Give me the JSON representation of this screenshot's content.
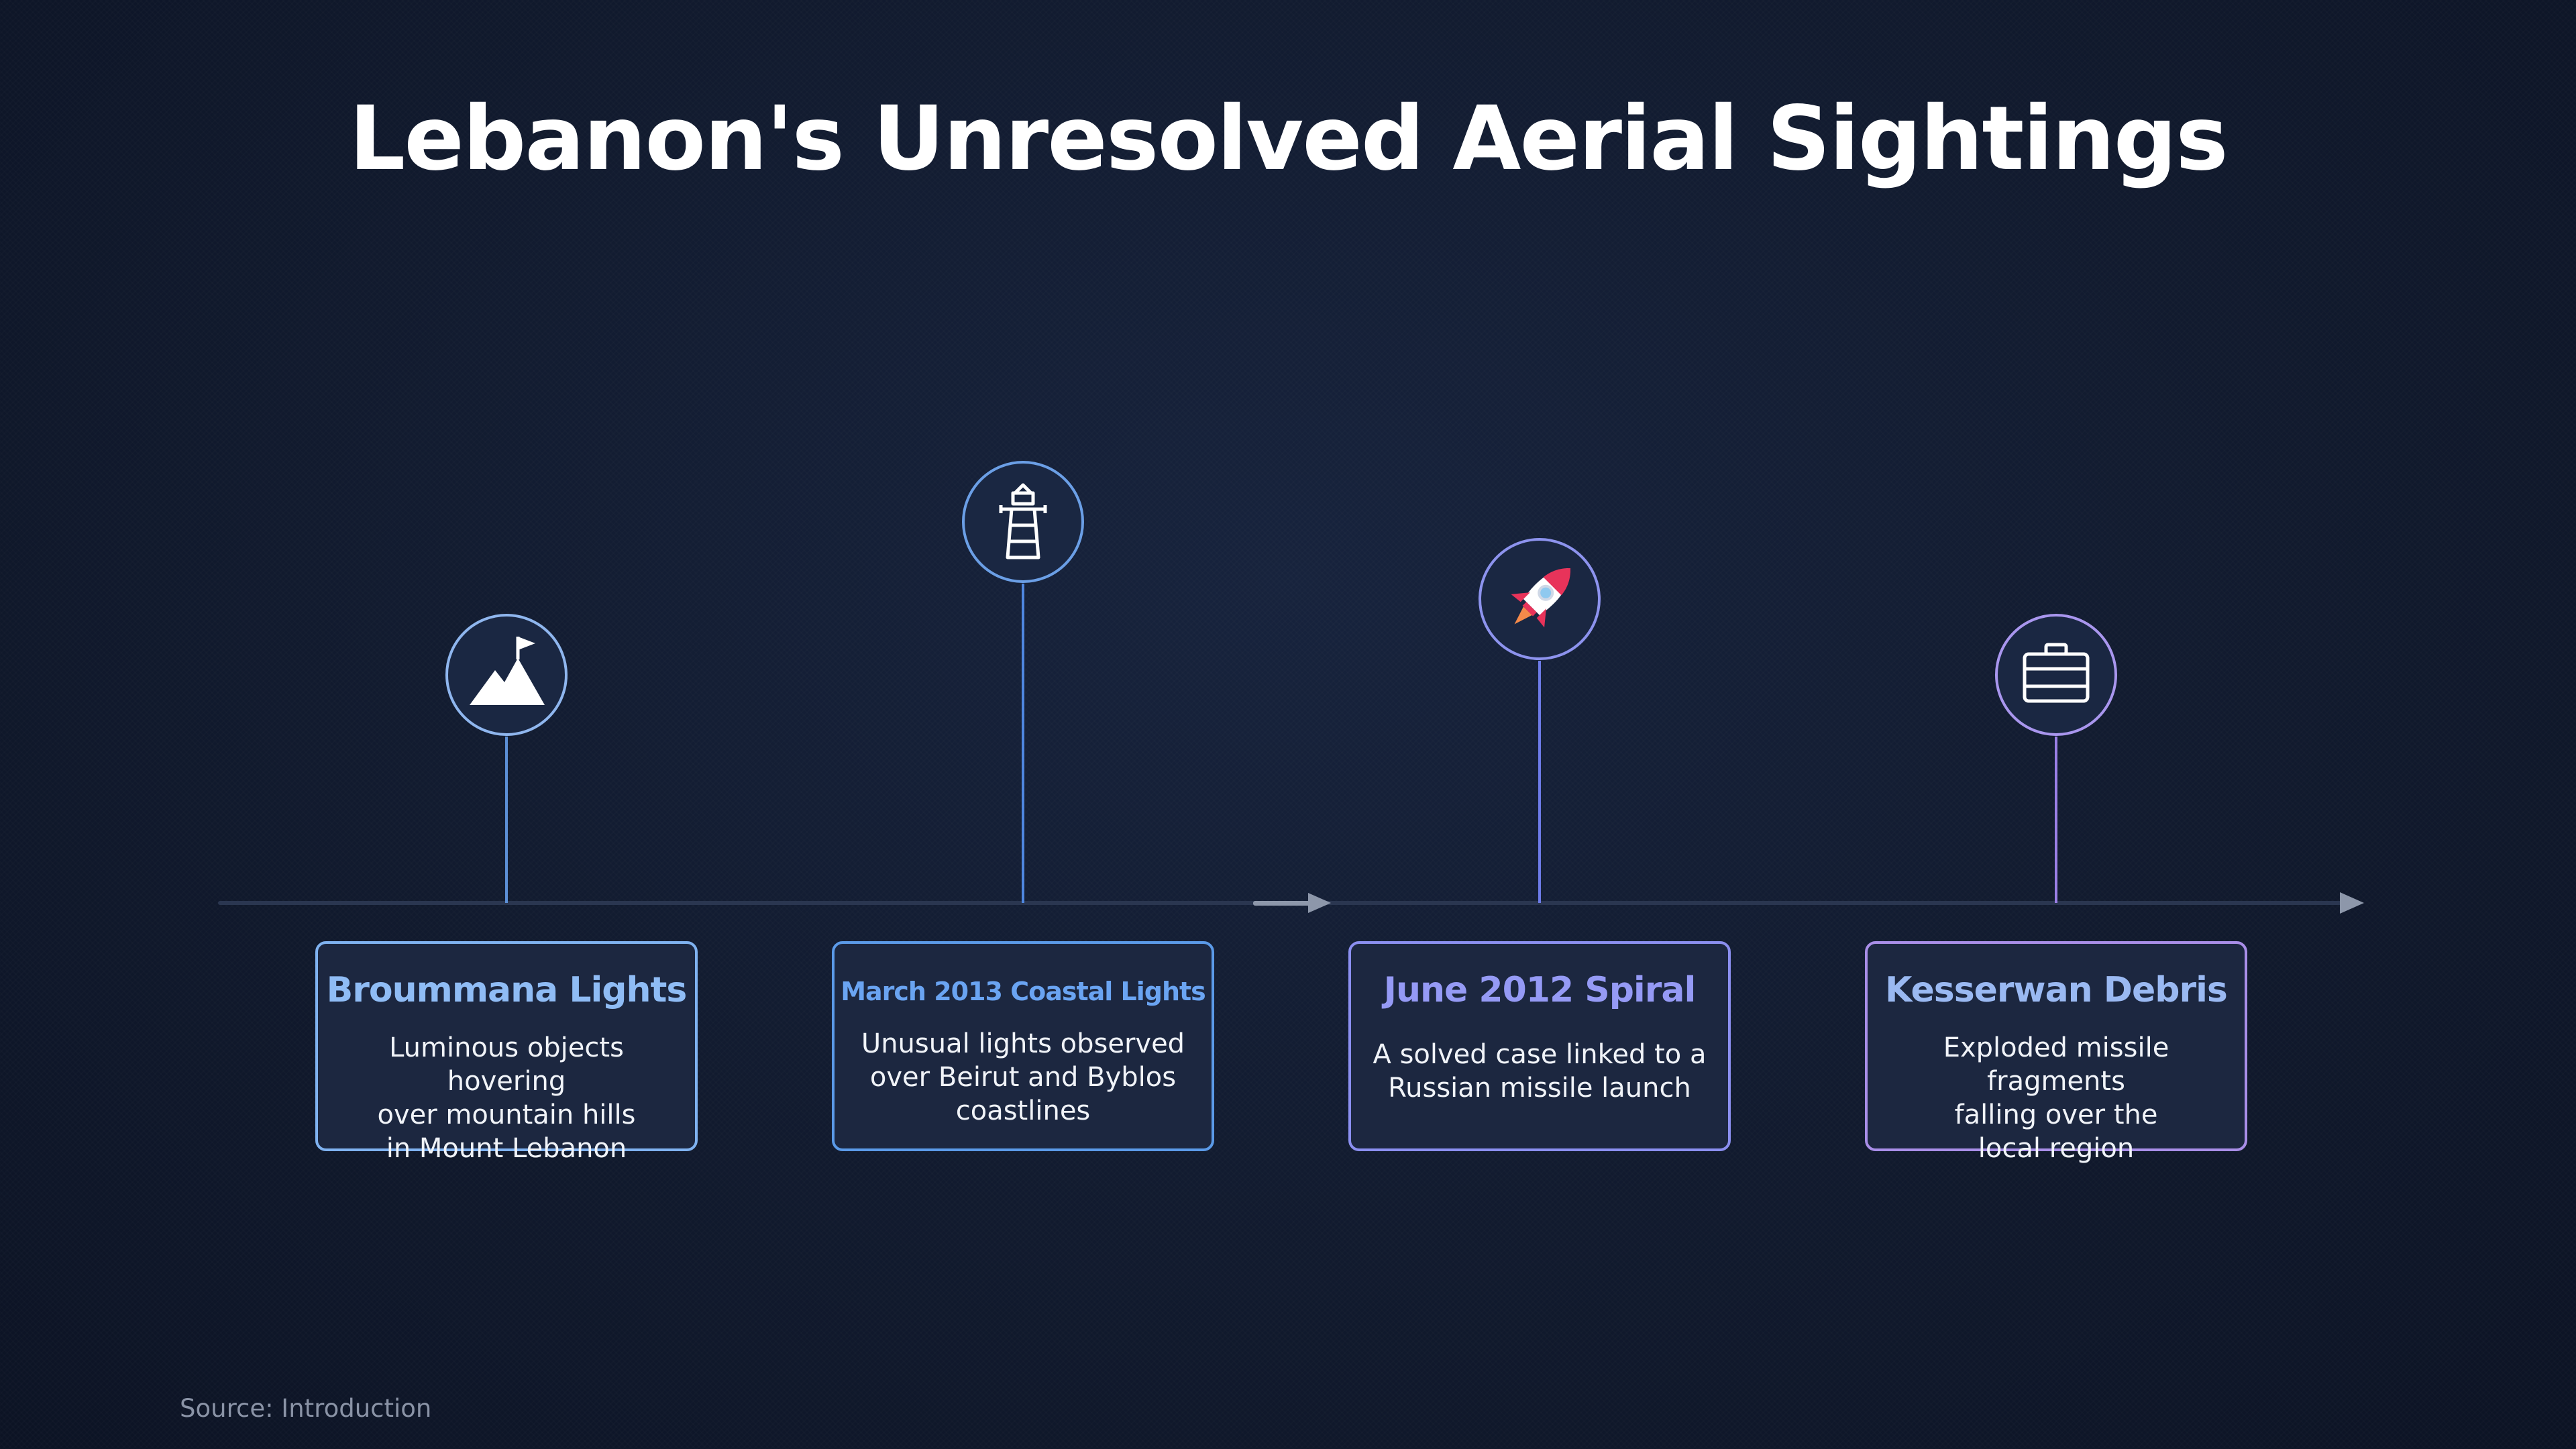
{
  "title": "Lebanon's Unresolved Aerial Sightings",
  "events": [
    {
      "title": "Broummana Lights",
      "description": "Luminous objects hovering\nover mountain hills\nin Mount Lebanon",
      "icon": "mountain-flag-icon",
      "color": "#7fb2f0"
    },
    {
      "title": "March 2013 Coastal Lights",
      "description": "Unusual lights observed\nover Beirut and Byblos\ncoastlines",
      "icon": "lighthouse-icon",
      "color": "#5b9ae8"
    },
    {
      "title": "June 2012 Spiral",
      "description": "A solved case linked to a\nRussian missile launch",
      "icon": "rocket-icon",
      "color": "#8b8ff0"
    },
    {
      "title": "Kesserwan Debris",
      "description": "Exploded missile fragments\nfalling over the\nlocal region",
      "icon": "briefcase-icon",
      "color": "#a98ee8"
    }
  ],
  "source": "Source: Introduction"
}
